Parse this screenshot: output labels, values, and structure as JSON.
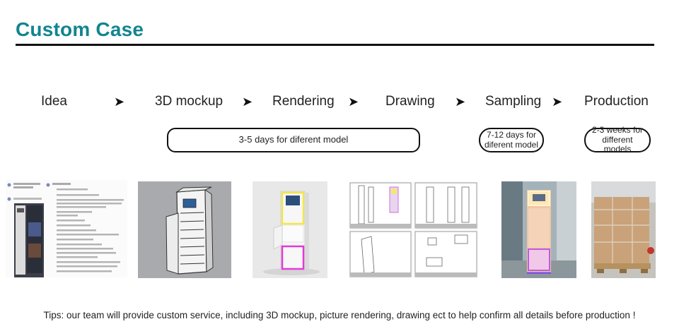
{
  "header": {
    "title": "Custom Case"
  },
  "process": {
    "steps": [
      "Idea",
      "3D mockup",
      "Rendering",
      "Drawing",
      "Sampling",
      "Production"
    ],
    "arrow_glyph": "➤"
  },
  "durations": {
    "design": "3-5 days for diferent model",
    "sampling_line1": "7-12 days for",
    "sampling_line2": "diferent model",
    "production_line1": "2-3 weeks for",
    "production_line2": "different models"
  },
  "images": {
    "idea": "chat-screenshot-image",
    "mockup": "3d-mockup-image",
    "rendering": "rendering-image",
    "drawing": "technical-drawing-image",
    "sampling": "sample-photo-image",
    "production": "packed-pallet-image"
  },
  "colors": {
    "title": "#12858f",
    "pink": "#e23ad6",
    "yellow": "#f2e64a"
  },
  "footer": {
    "tips": "Tips: our team will provide custom service, including 3D mockup, picture rendering, drawing ect to help confirm all details before production !"
  }
}
